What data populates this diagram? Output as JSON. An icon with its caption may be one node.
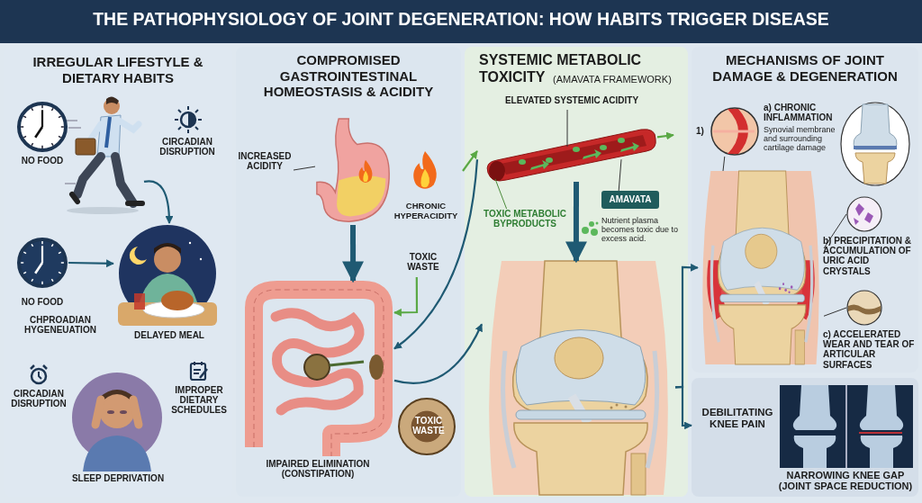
{
  "diagram": {
    "title": "THE PATHOPHYSIOLOGY OF JOINT DEGENERATION: HOW HABITS TRIGGER DISEASE",
    "nodes": [
      {
        "text": [
          "IRREGULAR LIFESTYLE & DIETARY HABITS"
        ]
      },
      {
        "text": [],
        "shape": "picture",
        "in": 0
      },
      {
        "text": [],
        "shape": "picture",
        "in": 0
      },
      {
        "text": [
          "DELAYED MEAL"
        ],
        "in": 0
      },
      {
        "text": [
          "COMPROMISED GASTROINTESTINAL HOMEOSTASIS & ACIDITY"
        ]
      },
      {
        "text": [
          "INCREASED ACIDITY"
        ],
        "in": 4
      },
      {
        "text": [],
        "shape": "picture",
        "in": 4
      },
      {
        "text": [
          "TOXIC WASTE"
        ],
        "in": 4
      },
      {
        "text": [
          "IMPAIRED ELIMINATION (CONSTIPATION)"
        ],
        "in": 4
      },
      {
        "text": [
          "TOXIC WASTE"
        ],
        "in": 4
      },
      {
        "text": [
          "SYSTEMIC METABOLIC TOXICITY",
          "(AMAVATA FRAMEWORK)"
        ]
      },
      {
        "text": [
          "ELEVATED SYSTEMIC ACIDITY"
        ],
        "in": 10
      },
      {
        "text": [],
        "shape": "picture",
        "in": 10
      },
      {
        "text": [
          "AMAVATA"
        ],
        "in": 10
      },
      {
        "text": [
          "TOXIC METABOLIC BYPRODUCTS"
        ],
        "in": 10
      },
      {
        "text": [],
        "shape": "picture",
        "in": 10
      },
      {
        "text": [
          "MECHANISMS OF JOINT DAMAGE & DEGENERATION"
        ]
      },
      {
        "text": [],
        "shape": "picture",
        "in": 16,
        "beside": [
          "1)",
          "a) CHRONIC INFLAMMATION",
          "Synovial membrane and surrounding cartilage damage"
        ]
      },
      {
        "text": [],
        "shape": "picture",
        "in": 16
      },
      {
        "text": [],
        "shape": "picture",
        "in": 16,
        "beside": [
          "b) PRECIPITATION & ACCUMULATION OF URIC ACID CRYSTALS"
        ]
      },
      {
        "text": [],
        "shape": "picture",
        "in": 16,
        "beside": [
          "c) ACCELERATED WEAR AND TEAR OF ARTICULAR SURFACES"
        ]
      },
      {
        "text": [
          "DEBILITATING KNEE PAIN"
        ]
      },
      {
        "text": [],
        "shape": "picture",
        "in": 21,
        "beside": [
          "NARROWING KNEE GAP (JOINT SPACE REDUCTION)"
        ]
      }
    ],
    "edges": [
      {
        "from": 1,
        "to": 3,
        "arrow": "to"
      },
      {
        "from": 2,
        "to": 3,
        "arrow": "to"
      },
      {
        "from": 5,
        "to": 6,
        "arrow": "none",
        "color": "#333333"
      },
      {
        "from": 6,
        "to": 8,
        "arrow": "to",
        "style": "thick"
      },
      {
        "from": 7,
        "to": 8,
        "arrow": "to",
        "color": "#5aa845"
      },
      {
        "from": 11,
        "to": 12,
        "arrow": "none",
        "color": "#333333"
      },
      {
        "from": 13,
        "to": 12,
        "arrow": "none",
        "color": "#333333"
      },
      {
        "from": 14,
        "to": 12,
        "arrow": "none",
        "color": "#4a8a3a"
      },
      {
        "from": null,
        "to": 12,
        "arrow": "to",
        "color": "#5aa845"
      },
      {
        "from": 12,
        "to": null,
        "arrow": "to",
        "color": "#5aa845"
      },
      {
        "from": 12,
        "to": 8,
        "arrow": "to"
      },
      {
        "from": 8,
        "to": 15,
        "arrow": "to"
      },
      {
        "from": 12,
        "to": 15,
        "arrow": "to",
        "style": "thick"
      },
      {
        "from": 15,
        "to": 18,
        "arrow": "to"
      },
      {
        "from": 15,
        "to": 21,
        "arrow": "to"
      },
      {
        "from": 17,
        "to": 18,
        "arrow": "none",
        "color": "#333333"
      },
      {
        "from": 19,
        "to": 18,
        "arrow": "none",
        "color": "#333333"
      },
      {
        "from": 20,
        "to": 18,
        "arrow": "none",
        "color": "#333333"
      }
    ],
    "labels": [
      "NO FOOD",
      "CIRCADIAN DISRUPTION",
      "NO FOOD",
      "CHPROADIAN HYGENEUATION",
      "CIRCADIAN DISRUPTION",
      "IMPROPER DIETARY SCHEDULES",
      "SLEEP DEPRIVATION",
      "CHRONIC HYPERACIDITY",
      "Nutrient plasma becomes toxic due to excess acid."
    ]
  }
}
